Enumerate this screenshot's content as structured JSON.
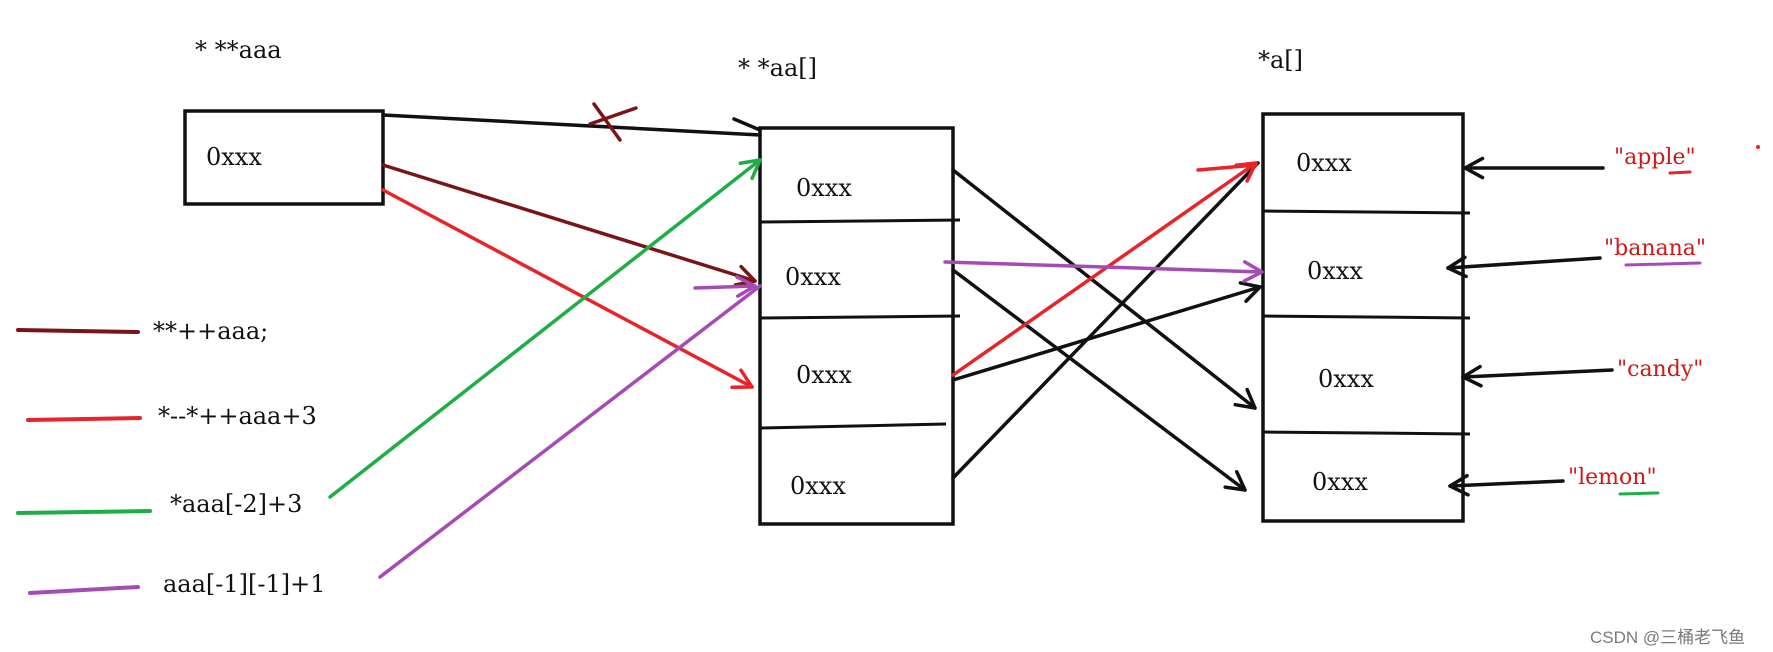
{
  "colors": {
    "black": "#111111",
    "dark_red": "#7a1418",
    "red": "#e8242a",
    "green": "#1fae45",
    "purple": "#a64ab6"
  },
  "titles": {
    "aaa": "* **aaa",
    "aa": "* *aa[]",
    "a": "*a[]"
  },
  "aaa_cell": "0xxx",
  "aa_cells": [
    "0xxx",
    "0xxx",
    "0xxx",
    "0xxx"
  ],
  "a_cells": [
    "0xxx",
    "0xxx",
    "0xxx",
    "0xxx"
  ],
  "strings": [
    "\"apple\"",
    "\"banana\"",
    "\"candy\"",
    "\"lemon\""
  ],
  "legend": [
    {
      "color": "dark_red",
      "label": "**++aaa;"
    },
    {
      "color": "red",
      "label": "*--*++aaa+3"
    },
    {
      "color": "green",
      "label": "*aaa[-2]+3"
    },
    {
      "color": "purple",
      "label": "aaa[-1][-1]+1"
    }
  ],
  "watermark": "CSDN @三桶老飞鱼"
}
